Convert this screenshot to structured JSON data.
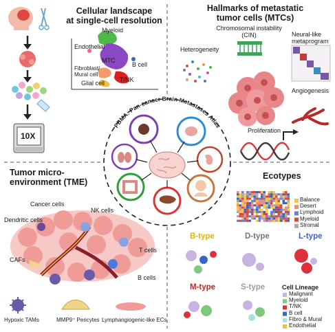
{
  "quadrants": {
    "top_left": {
      "title_line1": "Cellular landscape",
      "title_line2": "at single-cell resolution",
      "umap_labels": [
        "Myeloid",
        "Endothelial",
        "MTC",
        "B cell",
        "Fibroblast/",
        "Mural cell",
        "Glial cell",
        "T/NK"
      ],
      "device_label": "10X"
    },
    "top_right": {
      "title_line1": "Hallmarks of metastatic",
      "title_line2": "tumor cells (MTCs)",
      "cin_line1": "Chromosomal instability",
      "cin_line2": "(CIN)",
      "heterogeneity": "Heterogeneity",
      "neural_line1": "Neural-like",
      "neural_line2": "metaprogram",
      "angiogenesis": "Angiogenesis",
      "proliferation": "Proliferation"
    },
    "bottom_left": {
      "title_line1": "Tumor micro-",
      "title_line2": "environment (TME)",
      "cell_labels": [
        "Cancer cells",
        "NK cells",
        "Dendritic cells",
        "T cells",
        "CAFs",
        "B cells"
      ],
      "legend": [
        "Hypoxic TAMs",
        "MMP9⁺ Pericytes",
        "Lymphangiogenic-like ECs"
      ]
    },
    "bottom_right": {
      "title": "Ecotypes",
      "heatmap_legend": [
        "Balance",
        "Desert",
        "Lymphoid",
        "Myeloid",
        "Stromal"
      ],
      "types": [
        "B-type",
        "D-type",
        "L-type",
        "M-type",
        "S-type"
      ],
      "lineage_title": "Cell Lineage",
      "lineage": [
        "Malignant",
        "Myeloid",
        "T/NK",
        "B cell",
        "Fibro & Mural",
        "Endothelial"
      ]
    }
  },
  "center": {
    "arc_text": "PBMA: Pan-cancer Brain Metastases Atlas"
  },
  "colors": {
    "heatmap_legend": [
      "#f2c84b",
      "#f28a7a",
      "#6a7fd1",
      "#d94a3a",
      "#aaaaaa"
    ],
    "types": [
      "#e8b400",
      "#777777",
      "#3a64c4",
      "#d22020",
      "#9e9e9e"
    ],
    "lineage": [
      "#c9b3e0",
      "#7fc97f",
      "#e0313a",
      "#3a64c4",
      "#a8e0e0",
      "#f0c040"
    ],
    "organ_rings": [
      "#7b3fb3",
      "#d33",
      "#2a8bd6",
      "#2e9e3a",
      "#b5482a",
      "#c07840"
    ]
  }
}
